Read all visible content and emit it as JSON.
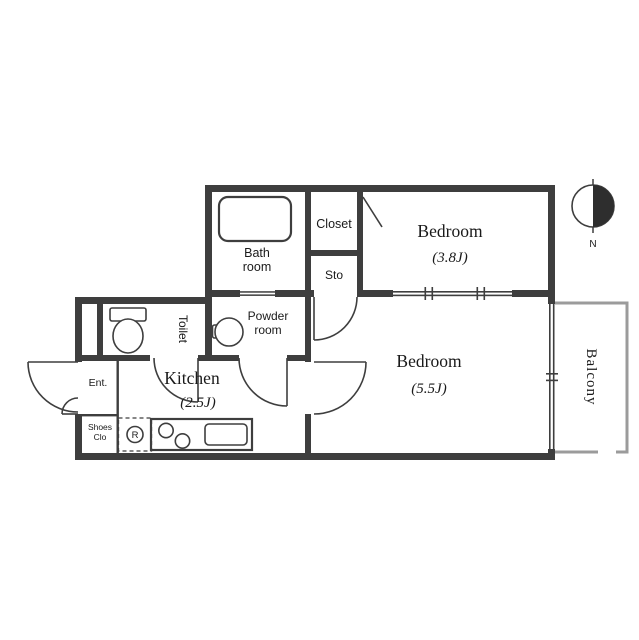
{
  "colors": {
    "wall": "#3e3e3e",
    "balcony": "#9b9b9b",
    "ink": "#1a1a1a",
    "compass_fill": "#2e2e2e"
  },
  "compass": {
    "north_label": "N"
  },
  "rooms": {
    "bedroom_a": {
      "name": "Bedroom",
      "size": "(3.8J)"
    },
    "bedroom_b": {
      "name": "Bedroom",
      "size": "(5.5J)"
    },
    "kitchen": {
      "name": "Kitchen",
      "size": "(2.5J)"
    },
    "closet": {
      "name": "Closet"
    },
    "storage": {
      "name": "Sto"
    },
    "bath": {
      "lines": [
        "Bath",
        "room"
      ]
    },
    "powder": {
      "lines": [
        "Powder",
        "room"
      ]
    },
    "toilet": {
      "name": "Toilet"
    },
    "balcony": {
      "name": "Balcony"
    },
    "entrance": {
      "name": "Ent."
    },
    "shoes_closet": {
      "lines": [
        "Shoes",
        "Clo"
      ]
    },
    "refrigerator": {
      "label": "R"
    }
  }
}
